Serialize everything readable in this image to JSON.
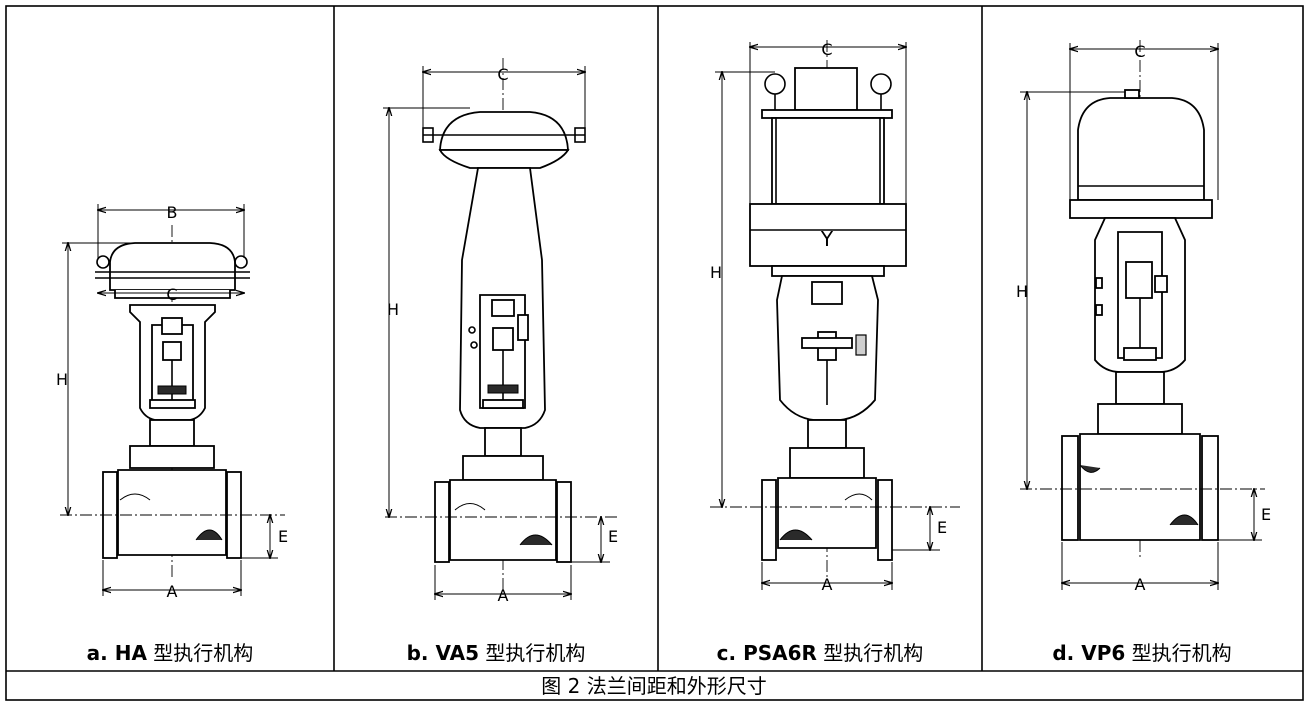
{
  "figure_caption": "图 2 法兰间距和外形尺寸",
  "panels": [
    {
      "label_prefix": "a. ",
      "model": "HA",
      "label_suffix": " 型执行机构",
      "dims": {
        "top": "B",
        "mid": "C",
        "height": "H",
        "end": "E",
        "face": "A"
      }
    },
    {
      "label_prefix": "b. ",
      "model": "VA5",
      "label_suffix": " 型执行机构",
      "dims": {
        "top": "C",
        "height": "H",
        "end": "E",
        "face": "A"
      }
    },
    {
      "label_prefix": "c. ",
      "model": "PSA6R",
      "label_suffix": " 型执行机构",
      "dims": {
        "top": "C",
        "height": "H",
        "end": "E",
        "face": "A"
      }
    },
    {
      "label_prefix": "d. ",
      "model": "VP6",
      "label_suffix": " 型执行机构",
      "dims": {
        "top": "C",
        "height": "H",
        "end": "E",
        "face": "A"
      }
    }
  ]
}
